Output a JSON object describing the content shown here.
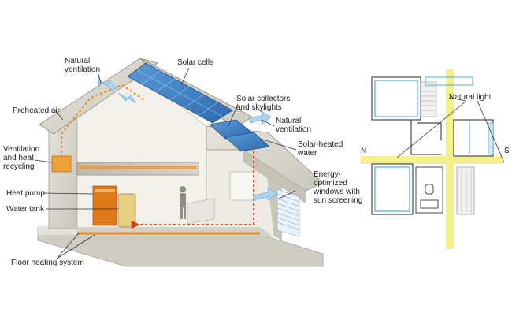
{
  "house_labels": {
    "natural_ventilation_top": [
      "Natural",
      "ventilation"
    ],
    "solar_cells": "Solar cells",
    "preheated_air": "Preheated air",
    "solar_collectors": [
      "Solar collectors",
      "and skylights"
    ],
    "natural_ventilation_right": [
      "Natural",
      "ventilation"
    ],
    "ventilation_heat_recycling": [
      "Ventilation",
      "and heat",
      "recycling"
    ],
    "solar_heated_water": [
      "Solar-heated",
      "water"
    ],
    "heat_pump": "Heat pump",
    "energy_windows": [
      "Energy-",
      "optimized",
      "windows with",
      "sun screening"
    ],
    "water_tank": "Water tank",
    "floor_heating": "Floor heating system"
  },
  "plan_labels": {
    "natural_light": "Natural light",
    "north": "N",
    "south": "S"
  },
  "colors": {
    "solar_panel": "#3f7fc4",
    "wall": "#dcdad0",
    "wall_dark": "#b9b6aa",
    "interior": "#f3f2ed",
    "heat_orange": "#e88a1c",
    "air_red": "#d93a1a",
    "air_blue": "#a9d3ee",
    "light_yellow": "#f6f08a",
    "plan_blue": "#6fb7e0"
  }
}
